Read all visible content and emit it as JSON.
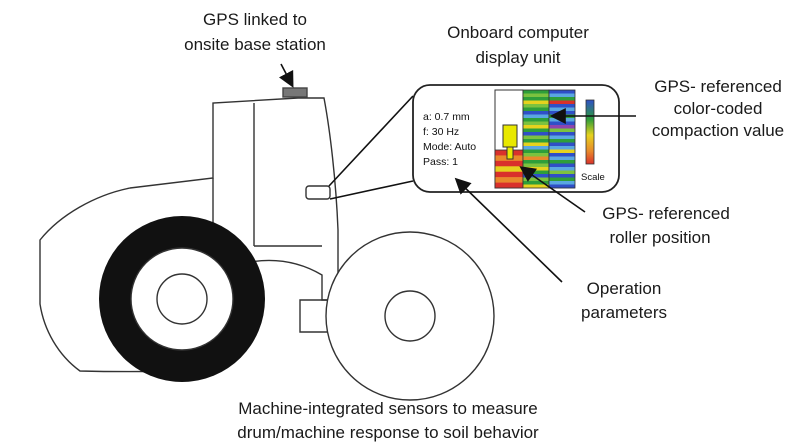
{
  "labels": {
    "gps_base": [
      "GPS linked to",
      "onsite base station"
    ],
    "display_unit": [
      "Onboard computer",
      "display unit"
    ],
    "compaction": [
      "GPS- referenced",
      "color-coded",
      "compaction value"
    ],
    "roller_position": [
      "GPS- referenced",
      "roller position"
    ],
    "operation": [
      "Operation",
      "parameters"
    ],
    "sensors": [
      "Machine-integrated sensors to measure",
      "drum/machine response to soil  behavior"
    ]
  },
  "screen": {
    "params": [
      "a: 0.7 mm",
      "f: 30 Hz",
      "Mode: Auto",
      "Pass: 1"
    ],
    "scale_label": "Scale"
  },
  "colors": {
    "stroke": "#333333",
    "tire": "#111111",
    "roller_marker": "#e8e800",
    "stripe_palette": [
      "#2e9e3a",
      "#7cc23f",
      "#e6d21e",
      "#e8892b",
      "#d9312b",
      "#2f4fc7",
      "#5aa7e0",
      "#8e44ad"
    ]
  }
}
